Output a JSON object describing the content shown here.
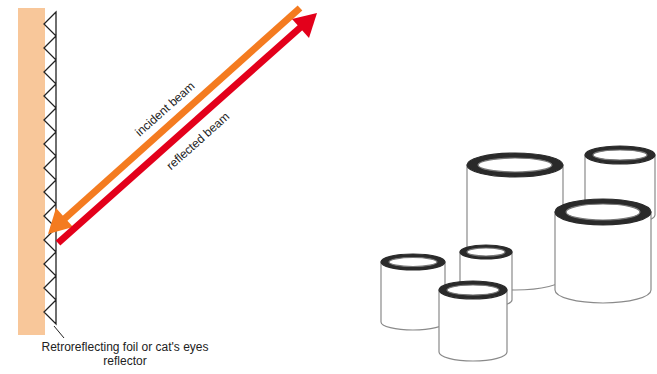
{
  "diagram": {
    "labels": [
      "incident beam",
      "reflected beam",
      "Retroreflecting foil or cat's eyes reflector"
    ]
  }
}
